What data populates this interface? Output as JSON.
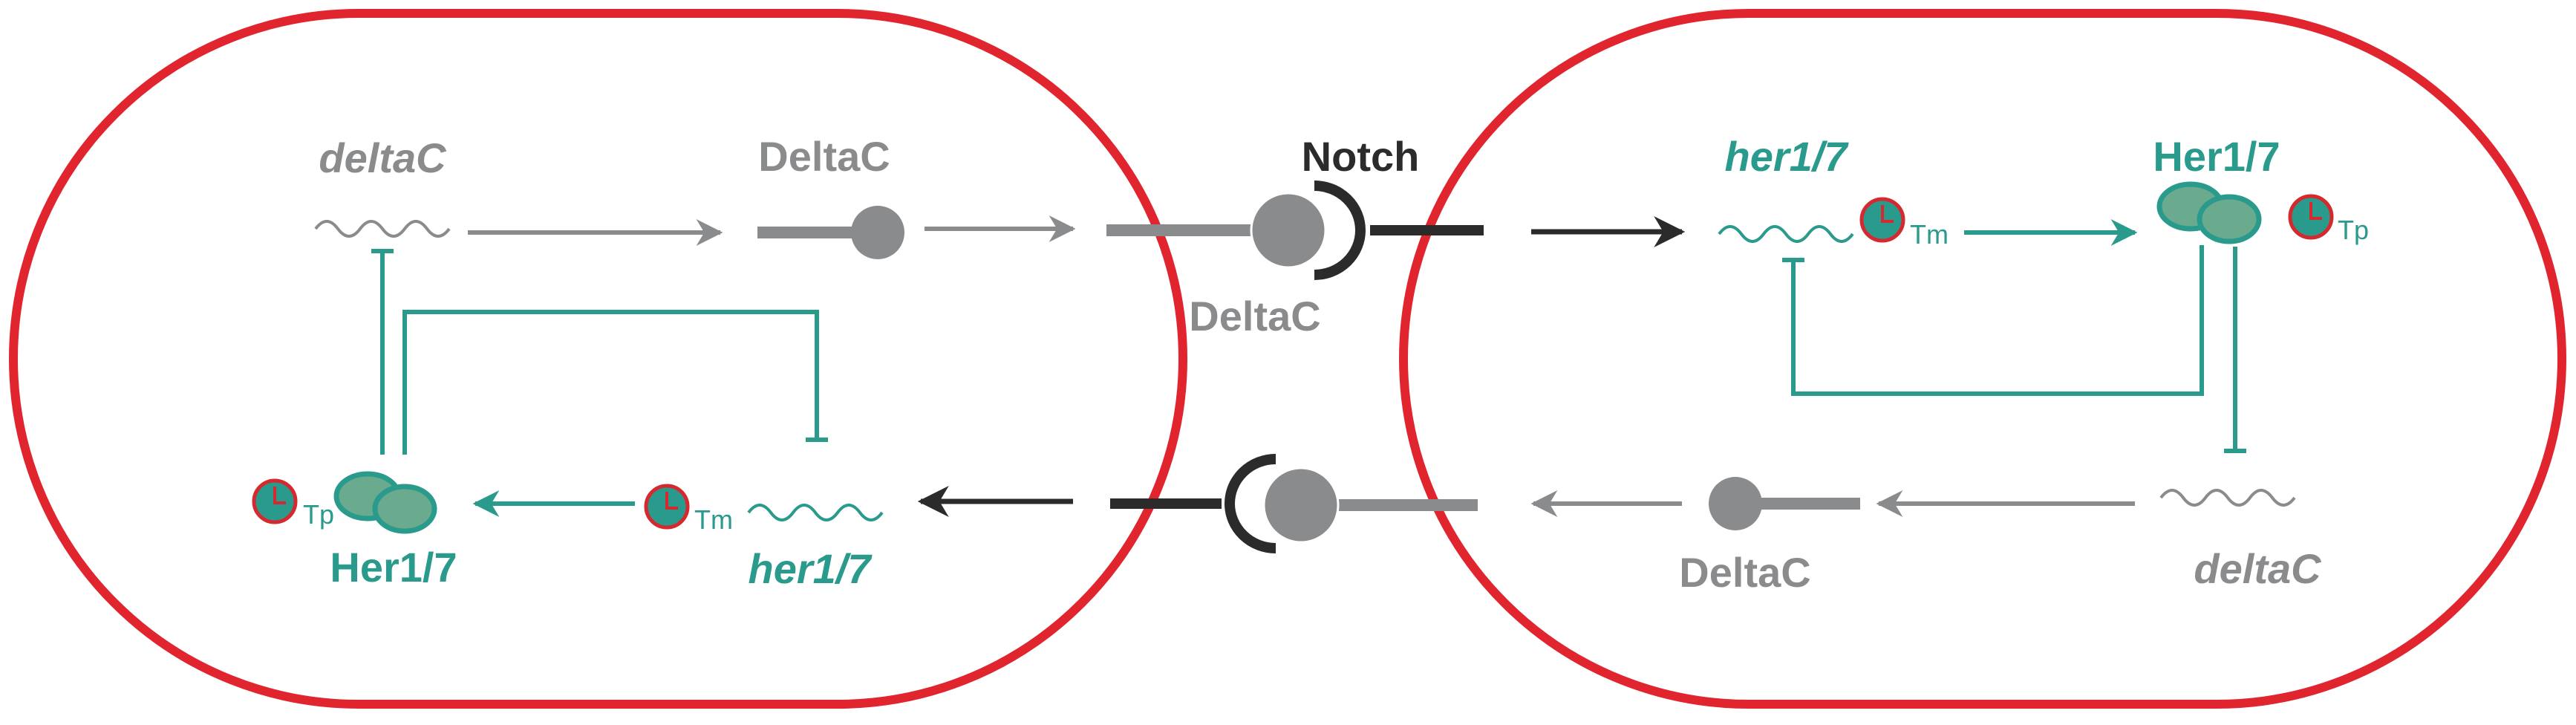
{
  "colors": {
    "cell_border": "#e0252e",
    "teal": "#2a9a8c",
    "teal_fill": "#6aaa8e",
    "gray": "#8a8b8d",
    "dark": "#2b2b2b",
    "clock_border": "#d42a2f"
  },
  "labels": {
    "notch": "Notch",
    "delta_junction": "DeltaC",
    "left": {
      "deltaC_gene": "deltaC",
      "DeltaC_protein": "DeltaC",
      "her_gene": "her1/7",
      "Her_protein": "Her1/7",
      "tm": "Tm",
      "tp": "Tp"
    },
    "right": {
      "her_gene": "her1/7",
      "Her_protein": "Her1/7",
      "deltaC_gene": "deltaC",
      "DeltaC_protein": "DeltaC",
      "tm": "Tm",
      "tp": "Tp"
    }
  }
}
